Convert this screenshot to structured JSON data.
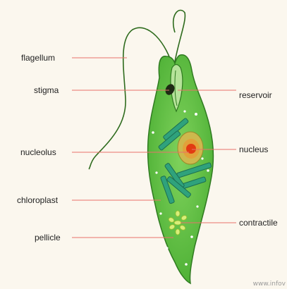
{
  "labels": {
    "flagellum": "flagellum",
    "stigma": "stigma",
    "nucleolus": "nucleolus",
    "chloroplast": "chloroplast",
    "pellicle": "pellicle",
    "reservoir": "reservoir",
    "nucleus": "nucleus",
    "contractile": "contractile"
  },
  "credit": "www.infov",
  "colors": {
    "background": "#fbf7ee",
    "cell_fill": "#5fbf3f",
    "cell_outline": "#2f7a20",
    "chloroplast": "#2fa27c",
    "nucleus_fill": "#d9a441",
    "nucleolus": "#e23b12",
    "leader_line": "#e8716a",
    "stigma": "#1e2a14",
    "vacuole": "#d8ee7a"
  }
}
